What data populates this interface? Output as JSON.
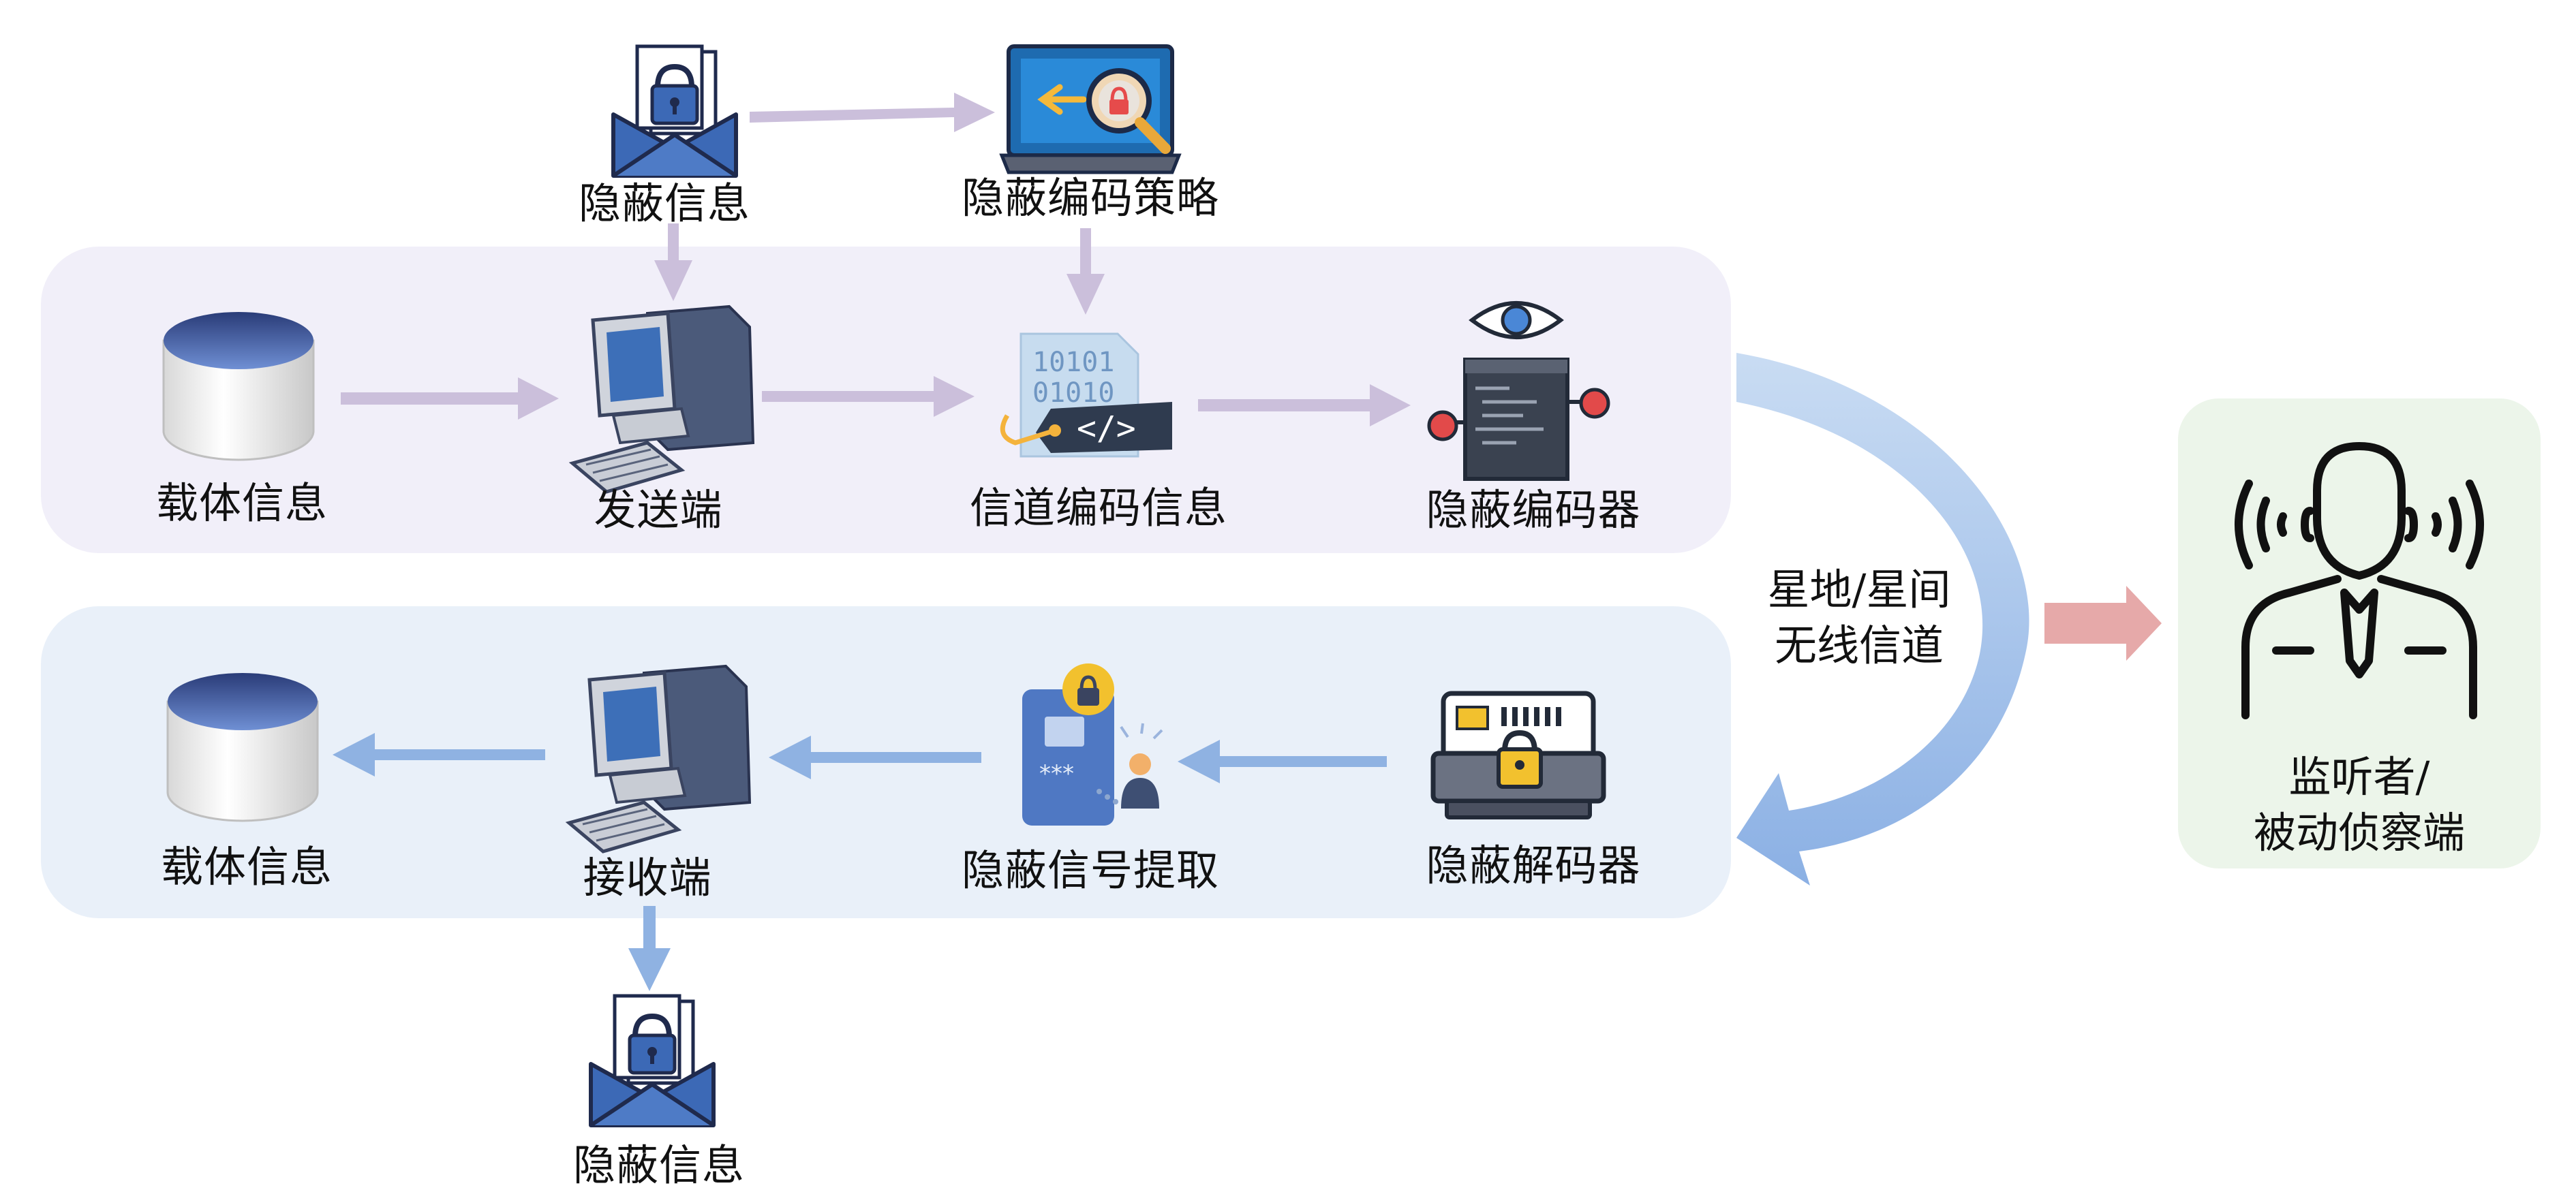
{
  "top": {
    "secret_info_label": "隐蔽信息",
    "coding_strategy_label": "隐蔽编码策略"
  },
  "send_panel": {
    "carrier_label": "载体信息",
    "sender_label": "发送端",
    "channel_code_label": "信道编码信息",
    "encoder_label": "隐蔽编码器"
  },
  "receive_panel": {
    "carrier_label": "载体信息",
    "receiver_label": "接收端",
    "extract_label": "隐蔽信号提取",
    "decoder_label": "隐蔽解码器"
  },
  "bottom": {
    "secret_info_label": "隐蔽信息"
  },
  "channel": {
    "line1": "星地/星间",
    "line2": "无线信道"
  },
  "listener": {
    "line1": "监听者/",
    "line2": "被动侦察端"
  },
  "colors": {
    "send_panel_bg": "#f1eff9",
    "receive_panel_bg": "#e9f0f9",
    "listener_bg": "#ecf5ea",
    "send_arrow": "#cbbfdb",
    "receive_arrow": "#8fb2e2",
    "channel_arrow": "#a9c6ec",
    "listener_arrow": "#e6a9a9"
  }
}
